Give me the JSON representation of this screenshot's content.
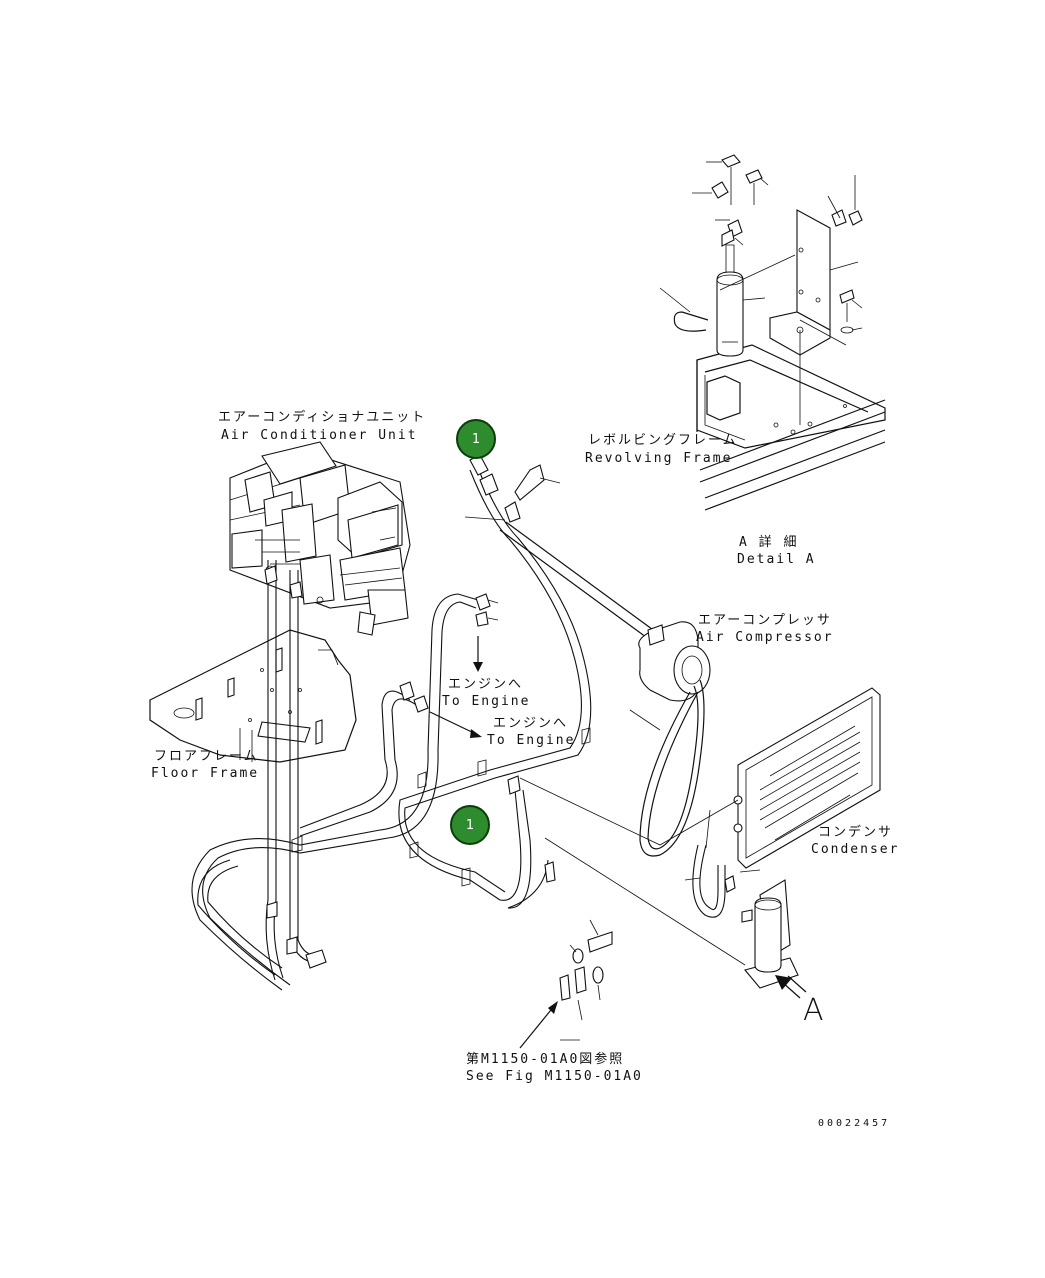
{
  "labels": {
    "air_conditioner_unit_jp": "エアーコンディショナユニット",
    "air_conditioner_unit_en": "Air Conditioner Unit",
    "revolving_frame_jp": "レボルビングフレーム",
    "revolving_frame_en": "Revolving Frame",
    "detail_a_jp": "A 詳 細",
    "detail_a_en": "Detail A",
    "air_compressor_jp": "エアーコンプレッサ",
    "air_compressor_en": "Air Compressor",
    "to_engine_1_jp": "エンジンへ",
    "to_engine_1_en": "To Engine",
    "to_engine_2_jp": "エンジンへ",
    "to_engine_2_en": "To Engine",
    "floor_frame_jp": "フロアフレーム",
    "floor_frame_en": "Floor Frame",
    "condenser_jp": "コンデンサ",
    "condenser_en": "Condenser",
    "see_fig_jp": "第M1150-01A0図参照",
    "see_fig_en": "See Fig M1150-01A0",
    "view_arrow_label": "A",
    "document_number": "00022457"
  },
  "callouts": [
    {
      "number": "1"
    },
    {
      "number": "1"
    }
  ],
  "colors": {
    "callout_fill": "#2e8b2e",
    "line": "#111111",
    "background": "#ffffff"
  }
}
